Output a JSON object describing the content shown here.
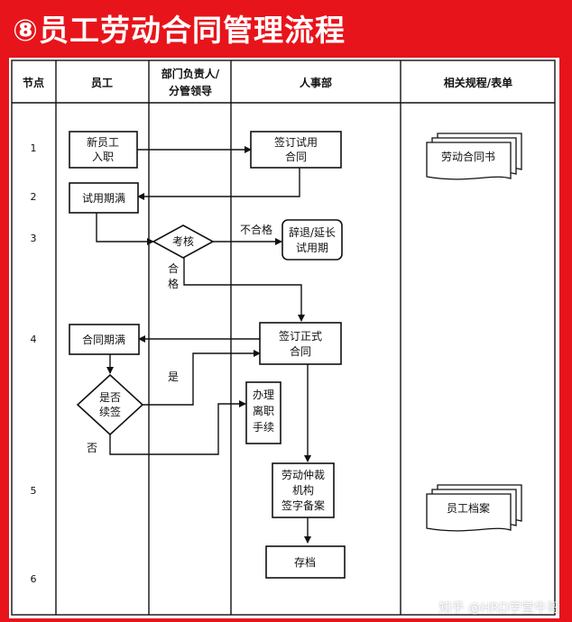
{
  "title": "⑧员工劳动合同管理流程",
  "headers": {
    "node": "节点",
    "employee": "员工",
    "dept_line1": "部门负责人/",
    "dept_line2": "分管领导",
    "hr": "人事部",
    "docs": "相关规程/表单"
  },
  "node_numbers": [
    "1",
    "2",
    "3",
    "4",
    "5",
    "6"
  ],
  "steps": {
    "new_employee": [
      "新员工",
      "入职"
    ],
    "sign_trial": [
      "签订试用",
      "合同"
    ],
    "trial_end": "试用期满",
    "assessment": "考核",
    "dismiss_extend": [
      "辞退/延长",
      "试用期"
    ],
    "fail_label": "不合格",
    "pass_label": [
      "合",
      "格"
    ],
    "contract_expire": "合同期满",
    "sign_formal": [
      "签订正式",
      "合同"
    ],
    "renew_decision": [
      "是否",
      "续签"
    ],
    "yes_label": "是",
    "no_label": "否",
    "resignation": [
      "办理",
      "离职",
      "手续"
    ],
    "arbitration": [
      "劳动仲裁",
      "机构",
      "签字备案"
    ],
    "archive": "存档"
  },
  "documents": {
    "labor_contract": "劳动合同书",
    "employee_file": "员工档案"
  },
  "watermark": "知乎 @HRD学堂牛哥"
}
